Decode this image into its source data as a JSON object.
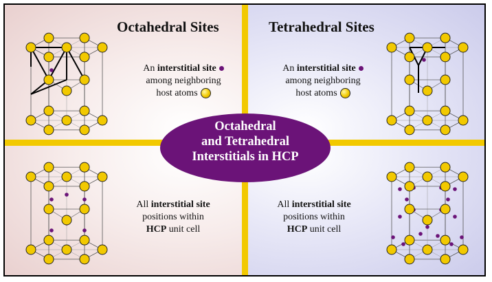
{
  "titles": {
    "octahedral": "Octahedral Sites",
    "tetrahedral": "Tetrahedral Sites"
  },
  "center": {
    "line1": "Octahedral",
    "line2": "and Tetrahedral",
    "line3": "Interstitials in HCP"
  },
  "legend": {
    "line1_prefix": "An ",
    "line1_bold": "interstitial site",
    "line2": "among neighboring",
    "line3": "host atoms"
  },
  "positions_text": {
    "line1_prefix": "All ",
    "line1_bold": "interstitial site",
    "line2": "positions within",
    "line3_bold": "HCP",
    "line3_suffix": " unit cell"
  },
  "colors": {
    "host_atom": "#f2c900",
    "interstitial": "#6b1378",
    "accent_bar": "#f2c900"
  }
}
